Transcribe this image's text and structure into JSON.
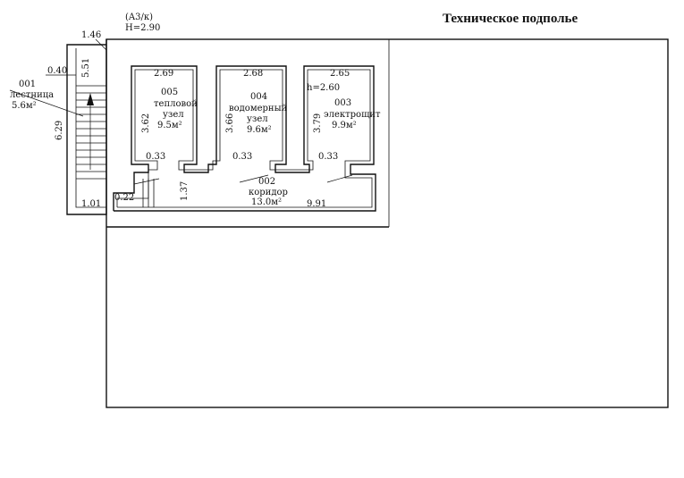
{
  "title": "Техническое подполье",
  "header": {
    "ref": "(A3/к)",
    "height": "H=2.90"
  },
  "rooms": [
    {
      "number": "001",
      "name": "лестница",
      "area": "5.6м²"
    },
    {
      "number": "005",
      "name_line1": "тепловой",
      "name_line2": "узел",
      "area": "9.5м²"
    },
    {
      "number": "004",
      "name_line1": "водомерный",
      "name_line2": "узел",
      "area": "9.6м²"
    },
    {
      "number": "003",
      "name": "электрощит",
      "area": "9.9м²",
      "note": "h=2.60"
    },
    {
      "number": "002",
      "name": "коридор",
      "area": "13.0м²"
    }
  ],
  "dimensions": {
    "d146": "1.46",
    "d040": "0.40",
    "d551": "5.51",
    "d629": "6.29",
    "d101": "1.01",
    "d022": "0.22",
    "d137": "1.37",
    "d269": "2.69",
    "d268": "2.68",
    "d265": "2.65",
    "d362": "3.62",
    "d366": "3.66",
    "d379": "3.79",
    "d033a": "0.33",
    "d033b": "0.33",
    "d033c": "0.33",
    "d991": "9.91"
  }
}
